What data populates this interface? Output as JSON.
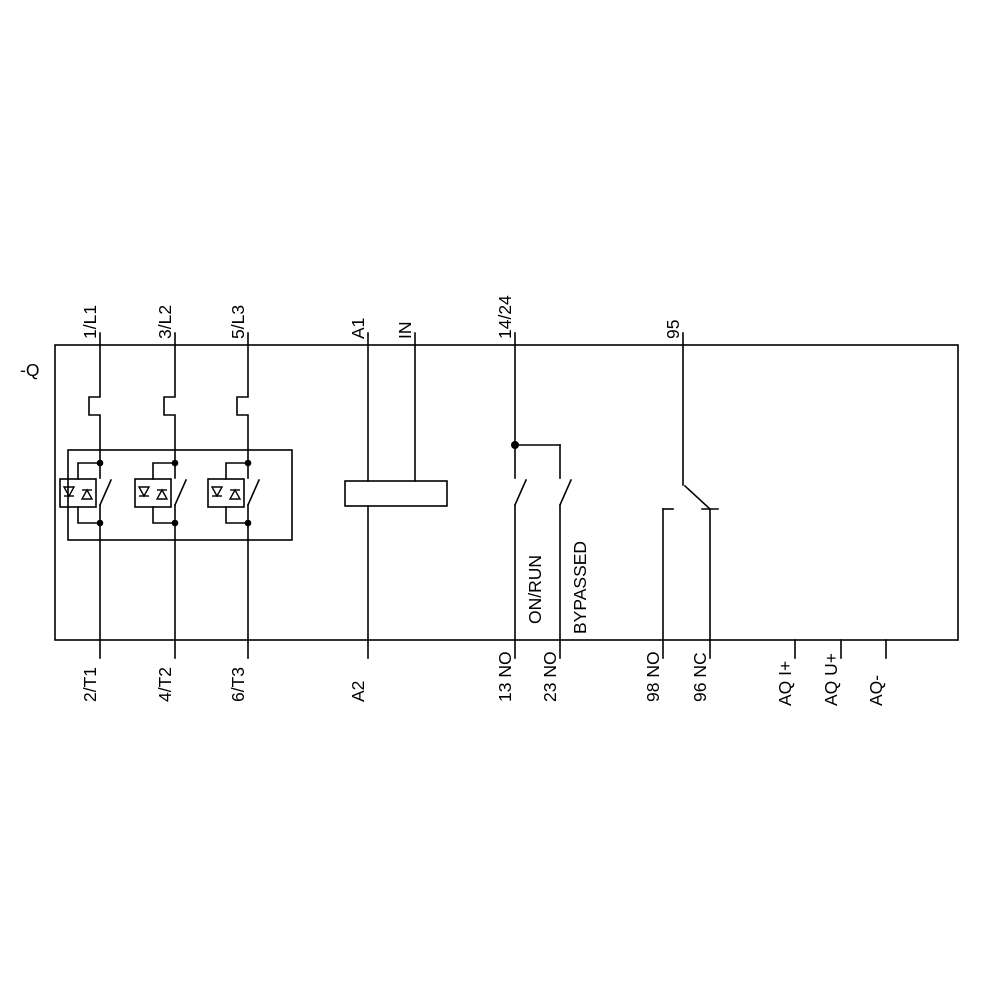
{
  "diagram": {
    "title": "soft-starter-wiring-diagram",
    "device_designation": "-Q",
    "terminals_top": {
      "l1": "1/L1",
      "l2": "3/L2",
      "l3": "5/L3",
      "a1": "A1",
      "in": "IN",
      "t14_24": "14/24",
      "t95": "95"
    },
    "terminals_bottom": {
      "t1": "2/T1",
      "t2": "4/T2",
      "t3": "6/T3",
      "a2": "A2",
      "t13": "13 NO",
      "t23": "23 NO",
      "t98": "98 NO",
      "t96": "96 NC",
      "aq_i": "AQ I+",
      "aq_u": "AQ U+",
      "aq_minus": "AQ-"
    },
    "contact_labels": {
      "on_run": "ON/RUN",
      "bypassed": "BYPASSED"
    },
    "colors": {
      "line": "#000000",
      "background": "#ffffff"
    }
  }
}
